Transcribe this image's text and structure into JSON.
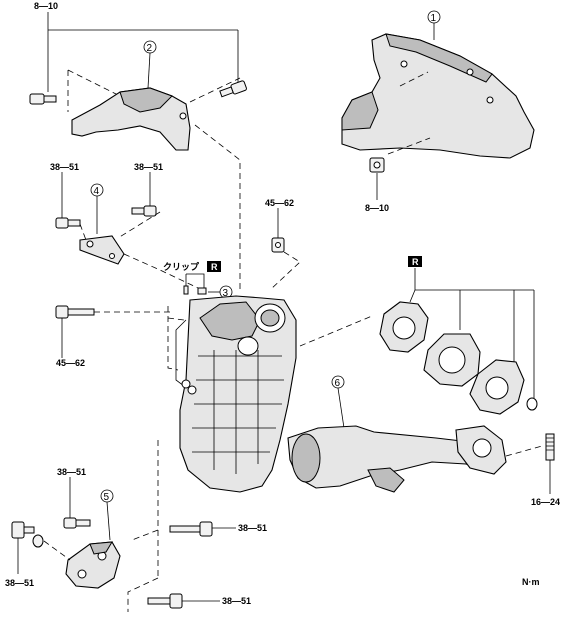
{
  "torques": {
    "t1": "8—10",
    "t2": "8—10",
    "t3": "38—51",
    "t4": "38—51",
    "t5": "45—62",
    "t6": "45—62",
    "t7": "38—51",
    "t8": "38—51",
    "t9": "38—51",
    "t10": "38—51",
    "t11": "16—24"
  },
  "callouts": {
    "c1": "1",
    "c2": "2",
    "c3": "3",
    "c4": "4",
    "c5": "5",
    "c6": "6"
  },
  "clip_label": "クリップ",
  "replace_mark": "R",
  "unit": "N·m"
}
